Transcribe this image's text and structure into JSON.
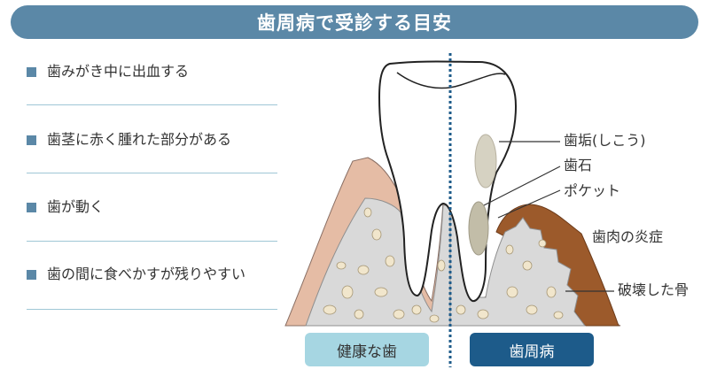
{
  "title": "歯周病で受診する目安",
  "symptoms": [
    "歯みがき中に出血する",
    "歯茎に赤く腫れた部分がある",
    "歯が動く",
    "歯の間に食べかすが残りやすい"
  ],
  "labels": {
    "plaque": "歯垢(しこう)",
    "tartar": "歯石",
    "pocket": "ポケット",
    "gum_inflammation": "歯肉の炎症",
    "destroyed_bone": "破壊した骨"
  },
  "sides": {
    "healthy": "健康な歯",
    "disease": "歯周病"
  },
  "colors": {
    "accent": "#5b88a7",
    "healthy": "#a6d6e2",
    "disease": "#1d5b8a",
    "gum": "#e5bca5",
    "bone": "#d9d9d9",
    "inflamed_gum": "#9c5a2b"
  }
}
